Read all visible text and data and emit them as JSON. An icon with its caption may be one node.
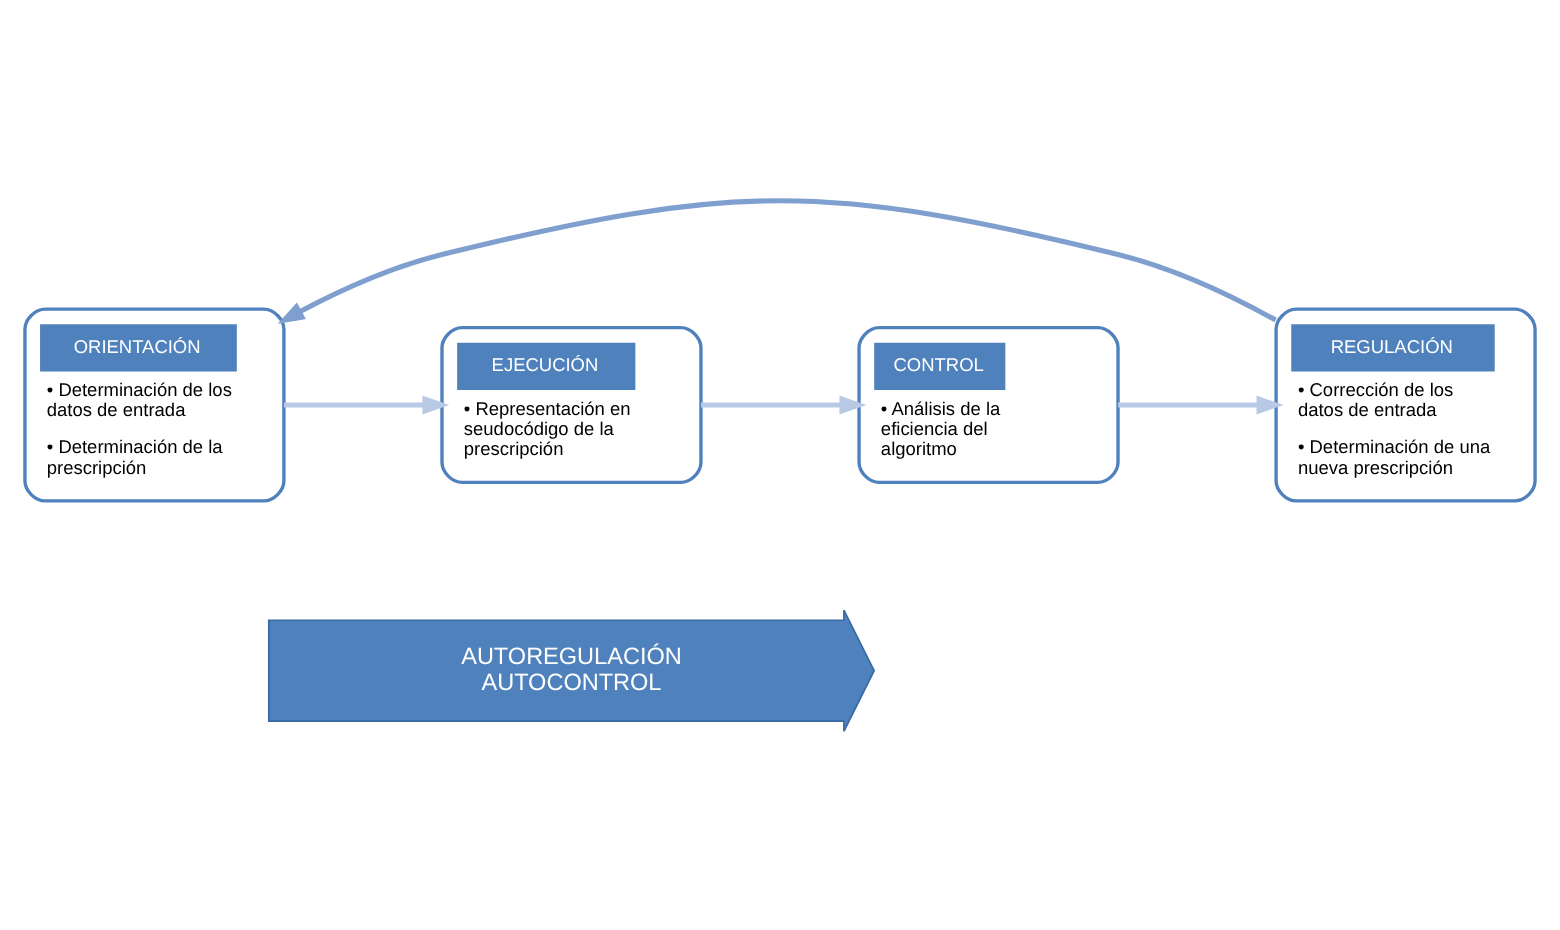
{
  "diagram": {
    "nodes": [
      {
        "text": [
          "ORIENTACIÓN",
          "• Determinación de los datos de entrada",
          "• Determinación de la prescripción"
        ]
      },
      {
        "text": [
          "EJECUCIÓN",
          "• Representación en seudocódigo de la prescripción"
        ]
      },
      {
        "text": [
          "CONTROL",
          "• Análisis de la eficiencia del algoritmo"
        ]
      },
      {
        "text": [
          "REGULACIÓN",
          "• Corrección de los datos de entrada",
          "• Determinación de una nueva prescripción"
        ]
      },
      {
        "text": [
          "AUTOREGULACIÓN",
          "AUTOCONTROL"
        ]
      }
    ],
    "edges": [
      {
        "from": 0,
        "to": 1,
        "arrow": "to"
      },
      {
        "from": 1,
        "to": 2,
        "arrow": "to"
      },
      {
        "from": 2,
        "to": 3,
        "arrow": "to"
      },
      {
        "from": 3,
        "to": 0,
        "arrow": "to",
        "color": "#7f9fcf"
      }
    ]
  }
}
